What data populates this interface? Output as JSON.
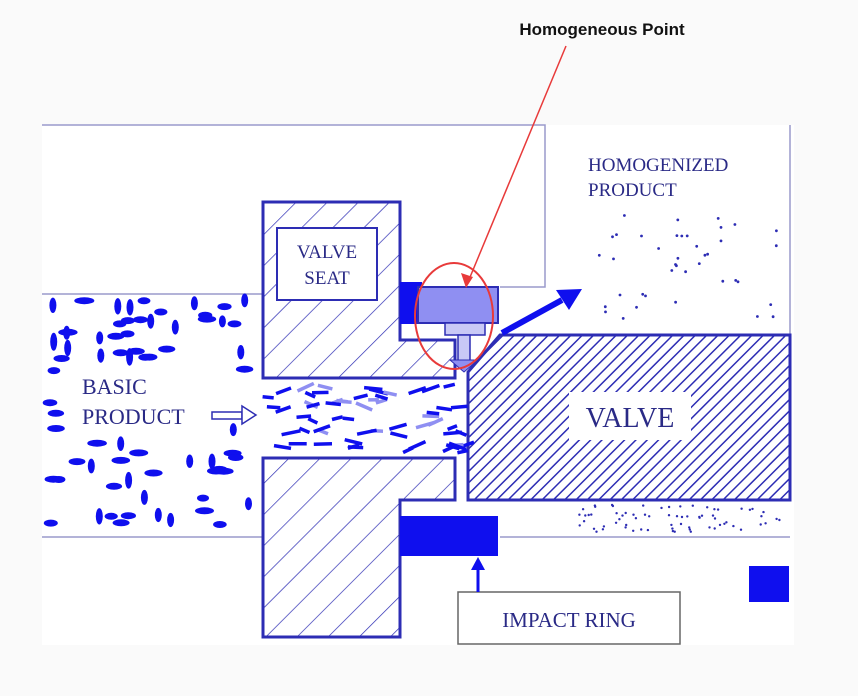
{
  "annotation": {
    "text": "Homogeneous Point",
    "arrow_color": "#e83a3a"
  },
  "labels": {
    "homogenized_line1": "HOMOGENIZED",
    "homogenized_line2": "PRODUCT",
    "valve_seat_line1": "VALVE",
    "valve_seat_line2": "SEAT",
    "basic_line1": "BASIC",
    "basic_line2": "PRODUCT",
    "valve": "VALVE",
    "impact_ring": "IMPACT RING"
  },
  "colors": {
    "outline": "#2d2db4",
    "fill_blue": "#0f0fee",
    "light_blue": "#8f8ff2",
    "label_text": "#2a2a86",
    "background": "#fafafa",
    "panel": "#ffffff"
  }
}
